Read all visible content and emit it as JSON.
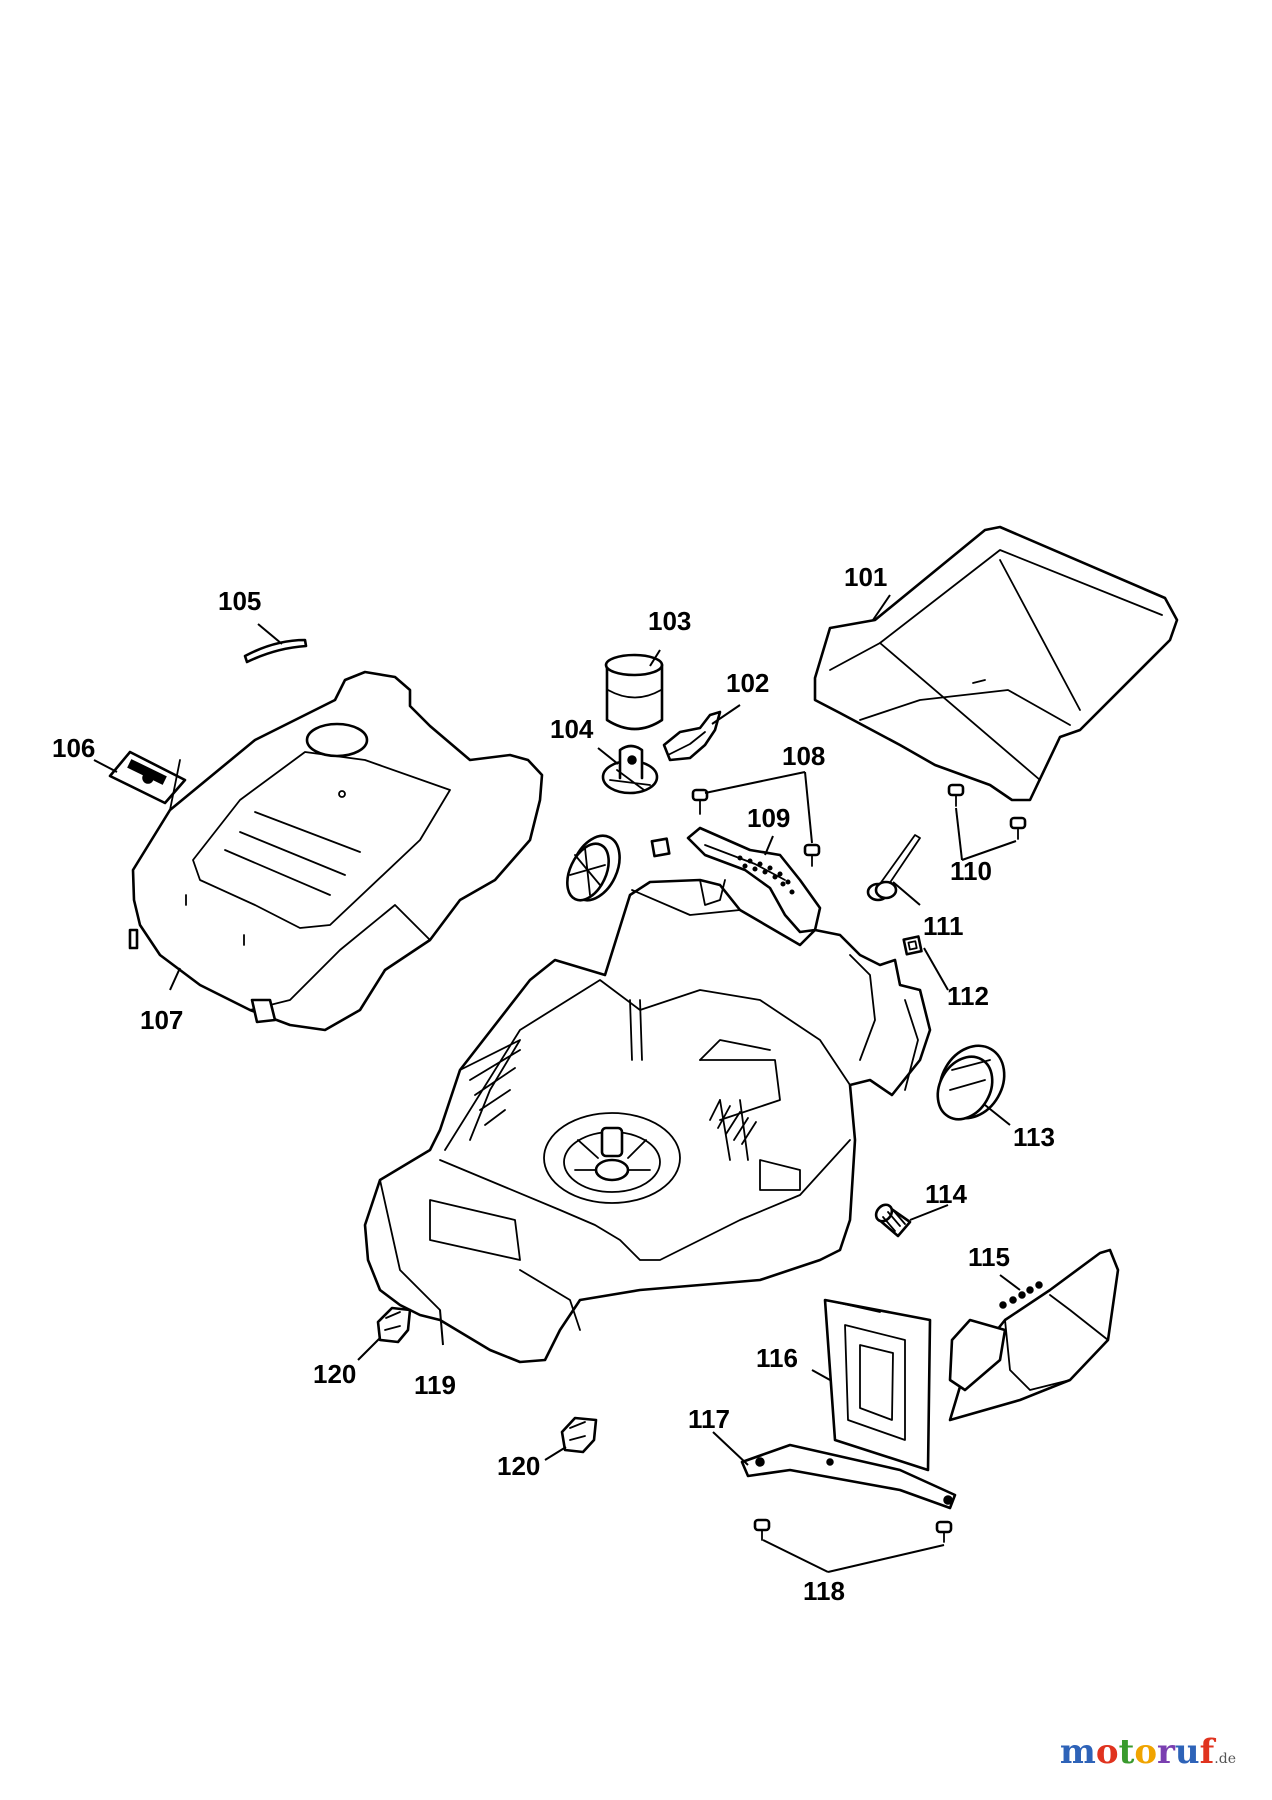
{
  "diagram": {
    "part_labels": {
      "p101": "101",
      "p102": "102",
      "p103": "103",
      "p104": "104",
      "p105": "105",
      "p106": "106",
      "p107": "107",
      "p108": "108",
      "p109": "109",
      "p110": "110",
      "p111": "111",
      "p112": "112",
      "p113": "113",
      "p114": "114",
      "p115": "115",
      "p116": "116",
      "p117": "117",
      "p118": "118",
      "p119": "119",
      "p120a": "120",
      "p120b": "120"
    }
  },
  "watermark": {
    "text_parts": [
      "m",
      "o",
      "t",
      "o",
      "r",
      "u",
      "f"
    ],
    "tld": ".de",
    "colors": [
      "#2e63b8",
      "#e0331f",
      "#3a9a2e",
      "#f0a400",
      "#7a3fb0",
      "#2e63b8",
      "#e0331f"
    ]
  },
  "colors": {
    "ink": "#000000",
    "paper": "#ffffff"
  }
}
